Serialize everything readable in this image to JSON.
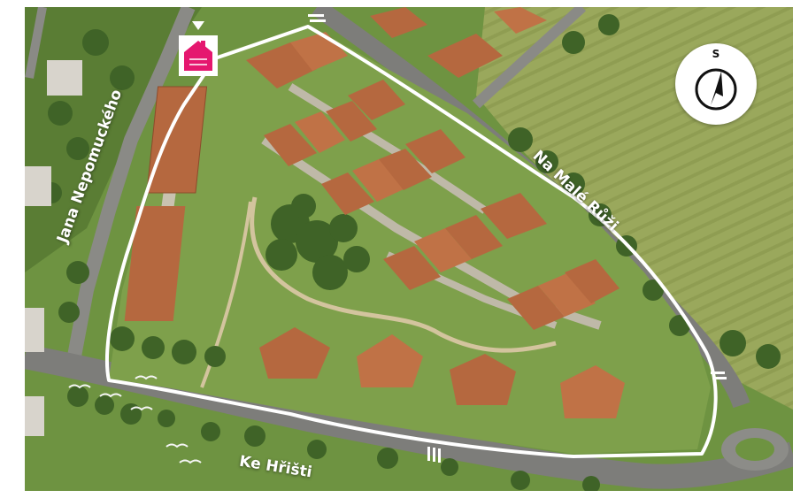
{
  "streets": {
    "jana_nepomuckeho": "Jana Nepomuckého",
    "na_male_ruzi": "Na Malé Růži",
    "ke_hristi": "Ke Hřišti"
  },
  "compass": {
    "letter": "S",
    "icon": "north-arrow-icon"
  },
  "marker": {
    "icon": "house-pin-icon",
    "color": "#e5176f"
  },
  "colors": {
    "boundary": "#ffffff",
    "roof": "#b5683f",
    "field": "#9aa75a",
    "grass": "#6f9440",
    "road": "#7c7c7a"
  }
}
